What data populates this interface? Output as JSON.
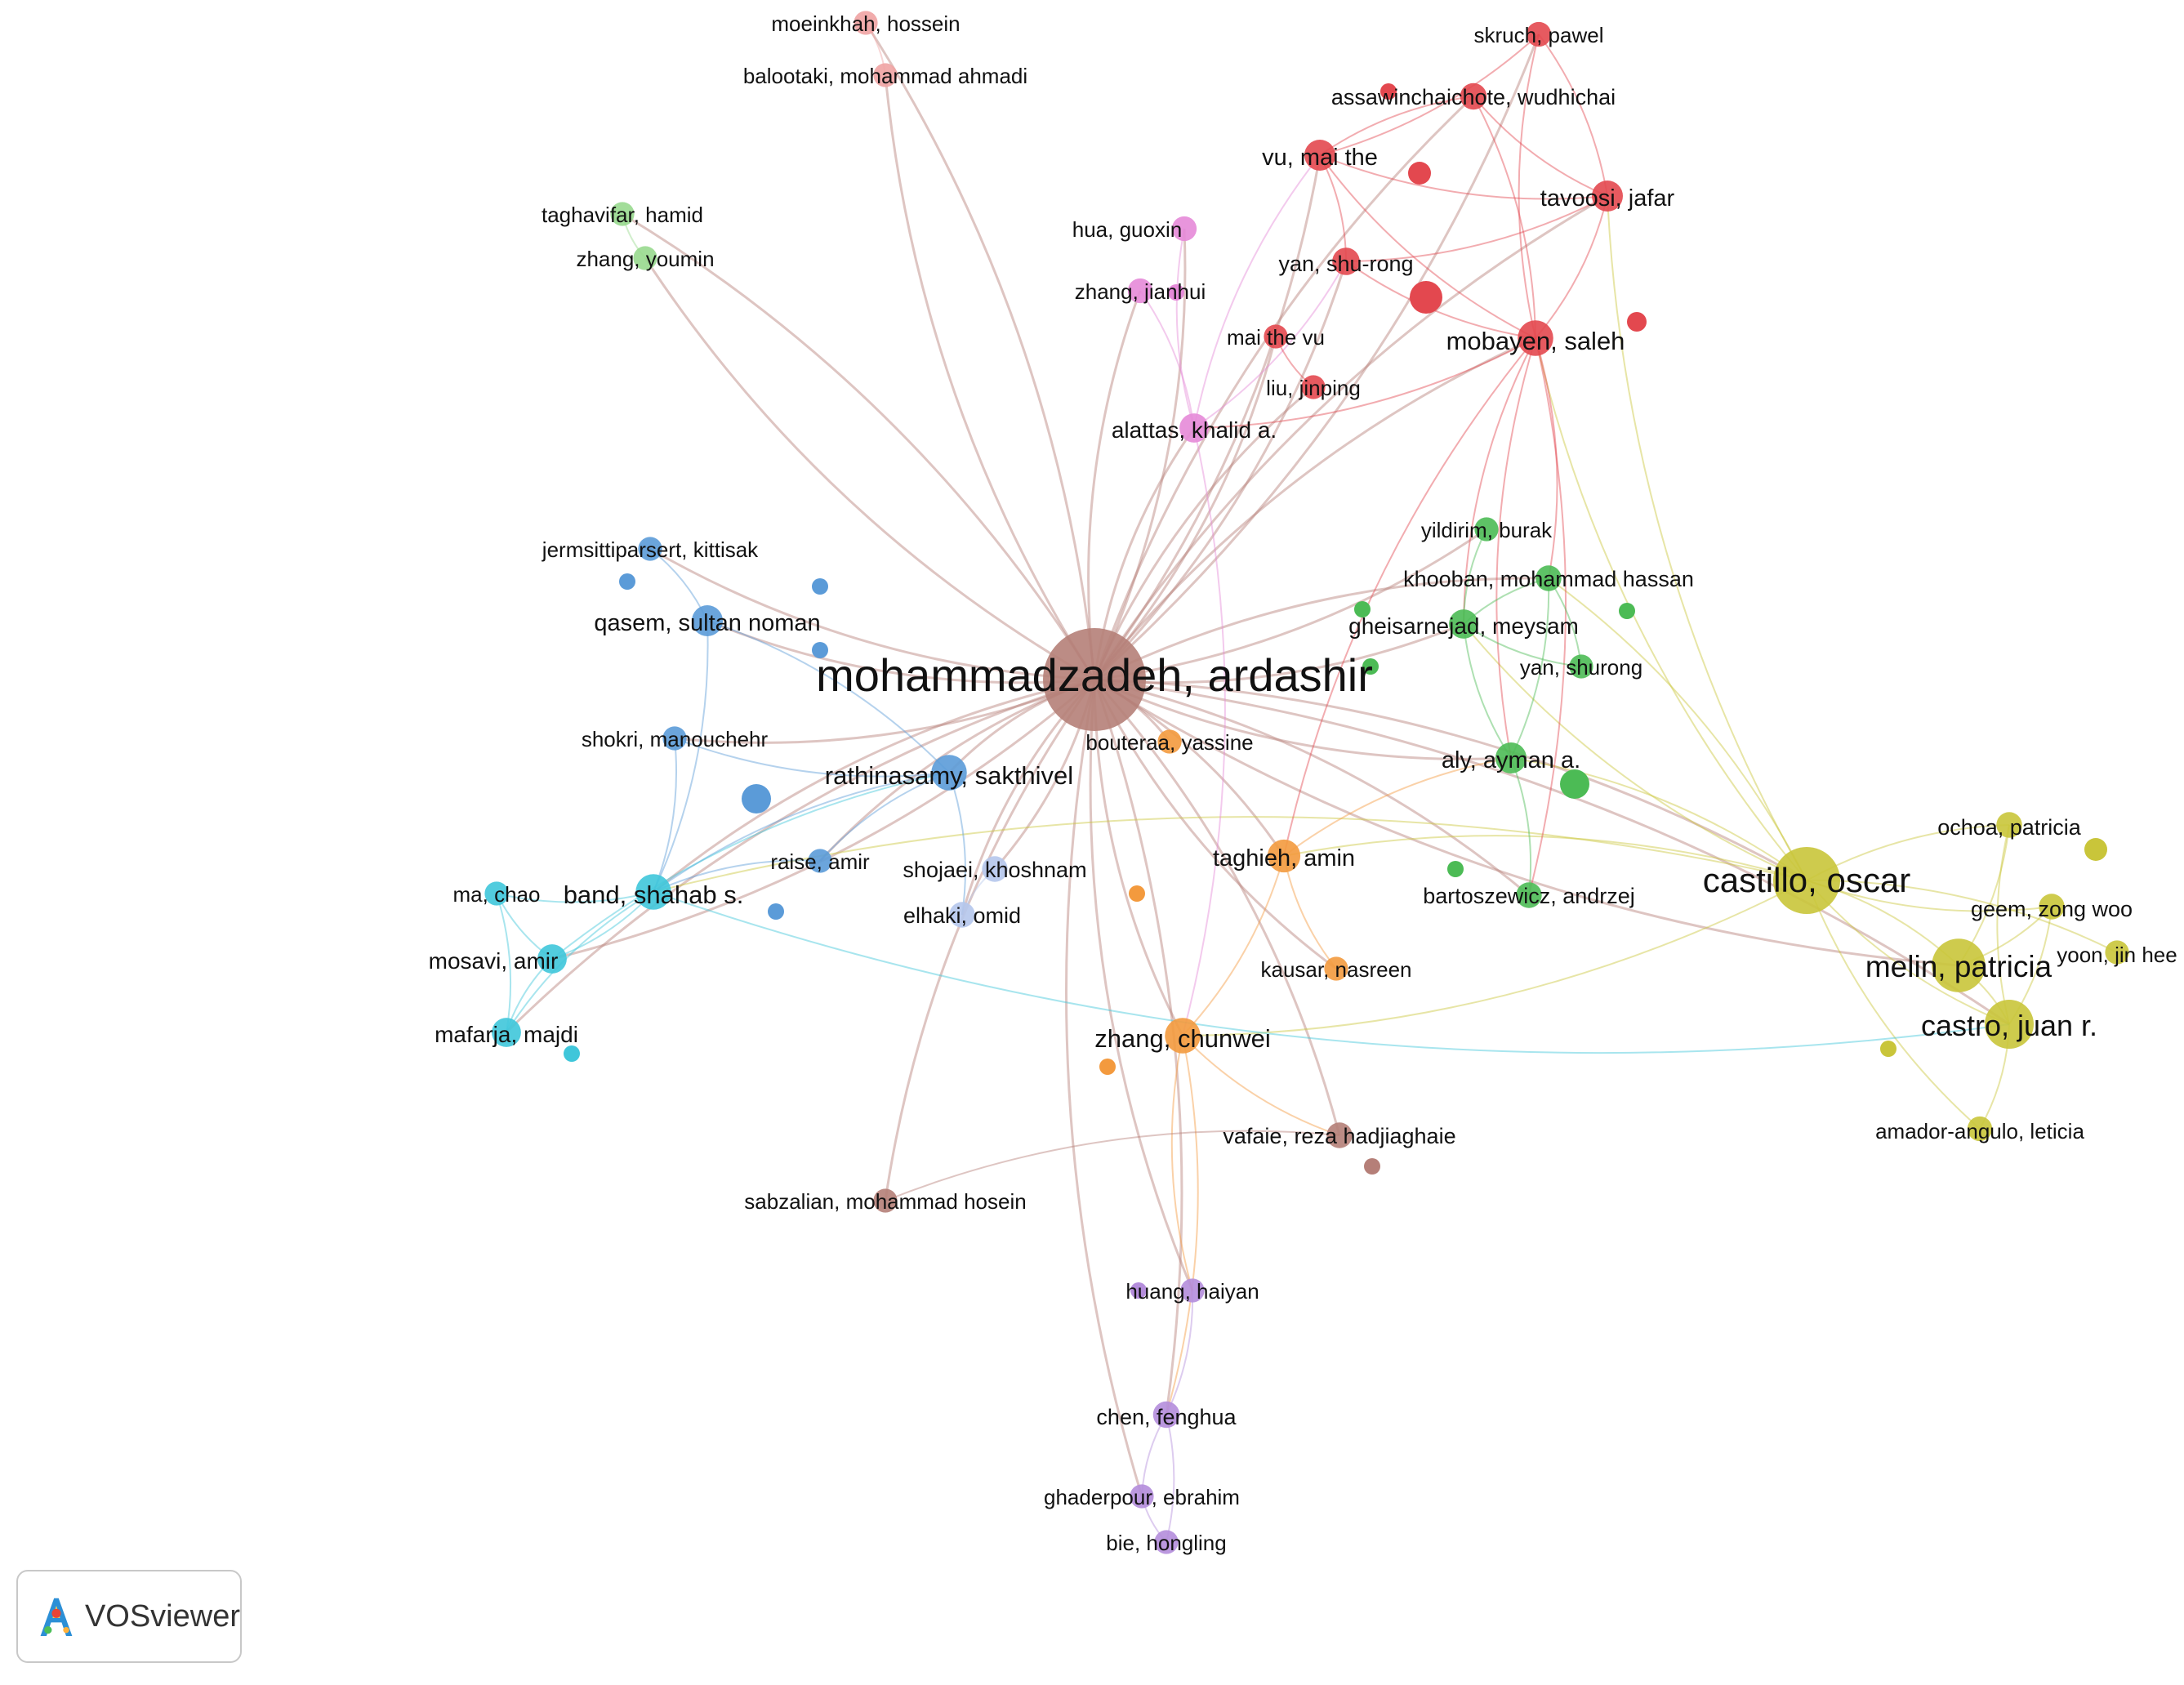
{
  "colors": {
    "red": "#e3484f",
    "brown": "#b57f78",
    "green": "#4cbb55",
    "blue": "#5b9bd8",
    "lightblue": "#b5c7ec",
    "cyan": "#3fc6da",
    "yellow": "#c9c53a",
    "orange": "#f39a3e",
    "purple": "#b48ddb",
    "pink": "#e58ad8",
    "salmon": "#f0a3a3",
    "lightgreen": "#98d98e"
  },
  "nodes": [
    {
      "id": "mohammadzadeh",
      "label": "mohammadzadeh, ardashir",
      "cluster": "brown",
      "weight": 10
    },
    {
      "id": "castillo",
      "label": "castillo, oscar",
      "cluster": "yellow",
      "weight": 6
    },
    {
      "id": "melin",
      "label": "melin, patricia",
      "cluster": "yellow",
      "weight": 4.5
    },
    {
      "id": "castro",
      "label": "castro, juan r.",
      "cluster": "yellow",
      "weight": 4
    },
    {
      "id": "ochoa",
      "label": "ochoa, patricia",
      "cluster": "yellow",
      "weight": 1.4
    },
    {
      "id": "geem",
      "label": "geem, zong woo",
      "cluster": "yellow",
      "weight": 1.4
    },
    {
      "id": "yoon",
      "label": "yoon, jin hee",
      "cluster": "yellow",
      "weight": 1.2
    },
    {
      "id": "amador",
      "label": "amador-angulo, leticia",
      "cluster": "yellow",
      "weight": 1.3
    },
    {
      "id": "rathinasamy",
      "label": "rathinasamy, sakthivel",
      "cluster": "blue",
      "weight": 2.5
    },
    {
      "id": "qasem",
      "label": "qasem, sultan noman",
      "cluster": "blue",
      "weight": 2
    },
    {
      "id": "jermsittiparsert",
      "label": "jermsittiparsert, kittisak",
      "cluster": "blue",
      "weight": 1.2
    },
    {
      "id": "shokri",
      "label": "shokri, manouchehr",
      "cluster": "blue",
      "weight": 1.2
    },
    {
      "id": "raise",
      "label": "raise, amir",
      "cluster": "blue",
      "weight": 1.2
    },
    {
      "id": "band",
      "label": "band, shahab s.",
      "cluster": "cyan",
      "weight": 2.5
    },
    {
      "id": "machao",
      "label": "ma, chao",
      "cluster": "cyan",
      "weight": 1.2
    },
    {
      "id": "mosavi",
      "label": "mosavi, amir",
      "cluster": "cyan",
      "weight": 1.8
    },
    {
      "id": "mafarja",
      "label": "mafarja, majdi",
      "cluster": "cyan",
      "weight": 1.8
    },
    {
      "id": "shojaei",
      "label": "shojaei, khoshnam",
      "cluster": "lightblue",
      "weight": 1.4
    },
    {
      "id": "elhaki",
      "label": "elhaki, omid",
      "cluster": "lightblue",
      "weight": 1.4
    },
    {
      "id": "taghieh",
      "label": "taghieh, amin",
      "cluster": "orange",
      "weight": 2.2
    },
    {
      "id": "zhangchunwei",
      "label": "zhang, chunwei",
      "cluster": "orange",
      "weight": 2.5
    },
    {
      "id": "bouteraa",
      "label": "bouteraa, yassine",
      "cluster": "orange",
      "weight": 1.2
    },
    {
      "id": "kausar",
      "label": "kausar, nasreen",
      "cluster": "orange",
      "weight": 1.2
    },
    {
      "id": "mobayen",
      "label": "mobayen, saleh",
      "cluster": "red",
      "weight": 2.5
    },
    {
      "id": "vu",
      "label": "vu, mai the",
      "cluster": "red",
      "weight": 2
    },
    {
      "id": "tavoosi",
      "label": "tavoosi, jafar",
      "cluster": "red",
      "weight": 2
    },
    {
      "id": "yan",
      "label": "yan, shu-rong",
      "cluster": "red",
      "weight": 1.6
    },
    {
      "id": "assawinchaichote",
      "label": "assawinchaichote, wudhichai",
      "cluster": "red",
      "weight": 1.5
    },
    {
      "id": "skruch",
      "label": "skruch, pawel",
      "cluster": "red",
      "weight": 1.3
    },
    {
      "id": "maithevu",
      "label": "mai the vu",
      "cluster": "red",
      "weight": 1.2
    },
    {
      "id": "liujinping",
      "label": "liu, jinping",
      "cluster": "red",
      "weight": 1.2
    },
    {
      "id": "moeinkhah",
      "label": "moeinkhah, hossein",
      "cluster": "salmon",
      "weight": 1.2
    },
    {
      "id": "balootaki",
      "label": "balootaki, mohammad ahmadi",
      "cluster": "salmon",
      "weight": 1.2
    },
    {
      "id": "hua",
      "label": "hua, guoxin",
      "cluster": "pink",
      "weight": 1.3
    },
    {
      "id": "zhangjianhui",
      "label": "zhang, jianhui",
      "cluster": "pink",
      "weight": 1.3
    },
    {
      "id": "alattas",
      "label": "alattas, khalid a.",
      "cluster": "pink",
      "weight": 1.8
    },
    {
      "id": "taghavifar",
      "label": "taghavifar, hamid",
      "cluster": "lightgreen",
      "weight": 1.2
    },
    {
      "id": "zhangyoumin",
      "label": "zhang, youmin",
      "cluster": "lightgreen",
      "weight": 1.2
    },
    {
      "id": "yildirim",
      "label": "yildirim, burak",
      "cluster": "green",
      "weight": 1.2
    },
    {
      "id": "khooban",
      "label": "khooban, mohammad hassan",
      "cluster": "green",
      "weight": 1.4
    },
    {
      "id": "gheisarnejad",
      "label": "gheisarnejad, meysam",
      "cluster": "green",
      "weight": 1.8
    },
    {
      "id": "yanshurong",
      "label": "yan, shurong",
      "cluster": "green",
      "weight": 1.2
    },
    {
      "id": "aly",
      "label": "aly, ayman a.",
      "cluster": "green",
      "weight": 2
    },
    {
      "id": "bartoszewicz",
      "label": "bartoszewicz, andrzej",
      "cluster": "green",
      "weight": 1.4
    },
    {
      "id": "vafaie",
      "label": "vafaie, reza hadjiaghaie",
      "cluster": "brown",
      "weight": 1.4
    },
    {
      "id": "sabzalian",
      "label": "sabzalian, mohammad hosein",
      "cluster": "brown",
      "weight": 1.2
    },
    {
      "id": "huang",
      "label": "huang, haiyan",
      "cluster": "purple",
      "weight": 1.2
    },
    {
      "id": "chen",
      "label": "chen, fenghua",
      "cluster": "purple",
      "weight": 1.5
    },
    {
      "id": "ghaderpour",
      "label": "ghaderpour, ebrahim",
      "cluster": "purple",
      "weight": 1.2
    },
    {
      "id": "bie",
      "label": "bie, hongling",
      "cluster": "purple",
      "weight": 1.2
    }
  ],
  "edges": [
    [
      "mohammadzadeh",
      "castillo"
    ],
    [
      "mohammadzadeh",
      "melin"
    ],
    [
      "mohammadzadeh",
      "castro"
    ],
    [
      "mohammadzadeh",
      "rathinasamy"
    ],
    [
      "mohammadzadeh",
      "qasem"
    ],
    [
      "mohammadzadeh",
      "band"
    ],
    [
      "mohammadzadeh",
      "mosavi"
    ],
    [
      "mohammadzadeh",
      "mafarja"
    ],
    [
      "mohammadzadeh",
      "taghieh"
    ],
    [
      "mohammadzadeh",
      "zhangchunwei"
    ],
    [
      "mohammadzadeh",
      "mobayen"
    ],
    [
      "mohammadzadeh",
      "vu"
    ],
    [
      "mohammadzadeh",
      "tavoosi"
    ],
    [
      "mohammadzadeh",
      "yan"
    ],
    [
      "mohammadzadeh",
      "assawinchaichote"
    ],
    [
      "mohammadzadeh",
      "skruch"
    ],
    [
      "mohammadzadeh",
      "alattas"
    ],
    [
      "mohammadzadeh",
      "hua"
    ],
    [
      "mohammadzadeh",
      "zhangjianhui"
    ],
    [
      "mohammadzadeh",
      "moeinkhah"
    ],
    [
      "mohammadzadeh",
      "balootaki"
    ],
    [
      "mohammadzadeh",
      "taghavifar"
    ],
    [
      "mohammadzadeh",
      "zhangyoumin"
    ],
    [
      "mohammadzadeh",
      "gheisarnejad"
    ],
    [
      "mohammadzadeh",
      "khooban"
    ],
    [
      "mohammadzadeh",
      "aly"
    ],
    [
      "mohammadzadeh",
      "bartoszewicz"
    ],
    [
      "mohammadzadeh",
      "yildirim"
    ],
    [
      "mohammadzadeh",
      "shojaei"
    ],
    [
      "mohammadzadeh",
      "elhaki"
    ],
    [
      "mohammadzadeh",
      "vafaie"
    ],
    [
      "mohammadzadeh",
      "sabzalian"
    ],
    [
      "mohammadzadeh",
      "chen"
    ],
    [
      "mohammadzadeh",
      "huang"
    ],
    [
      "mohammadzadeh",
      "bouteraa"
    ],
    [
      "mohammadzadeh",
      "kausar"
    ],
    [
      "mohammadzadeh",
      "shokri"
    ],
    [
      "mohammadzadeh",
      "raise"
    ],
    [
      "mohammadzadeh",
      "jermsittiparsert"
    ],
    [
      "mohammadzadeh",
      "maithevu"
    ],
    [
      "mohammadzadeh",
      "liujinping"
    ],
    [
      "mohammadzadeh",
      "ghaderpour"
    ],
    [
      "castillo",
      "melin"
    ],
    [
      "castillo",
      "castro"
    ],
    [
      "castillo",
      "ochoa"
    ],
    [
      "castillo",
      "geem"
    ],
    [
      "castillo",
      "yoon"
    ],
    [
      "castillo",
      "amador"
    ],
    [
      "melin",
      "castro"
    ],
    [
      "melin",
      "ochoa"
    ],
    [
      "castro",
      "amador"
    ],
    [
      "castro",
      "geem"
    ],
    [
      "castro",
      "ochoa"
    ],
    [
      "melin",
      "geem"
    ],
    [
      "castillo",
      "mobayen"
    ],
    [
      "castillo",
      "aly"
    ],
    [
      "castillo",
      "gheisarnejad"
    ],
    [
      "castillo",
      "taghieh"
    ],
    [
      "castillo",
      "zhangchunwei"
    ],
    [
      "castillo",
      "band"
    ],
    [
      "castillo",
      "tavoosi"
    ],
    [
      "castillo",
      "khooban"
    ],
    [
      "mobayen",
      "vu"
    ],
    [
      "mobayen",
      "tavoosi"
    ],
    [
      "mobayen",
      "yan"
    ],
    [
      "mobayen",
      "assawinchaichote"
    ],
    [
      "mobayen",
      "skruch"
    ],
    [
      "vu",
      "tavoosi"
    ],
    [
      "vu",
      "assawinchaichote"
    ],
    [
      "vu",
      "skruch"
    ],
    [
      "vu",
      "yan"
    ],
    [
      "tavoosi",
      "skruch"
    ],
    [
      "tavoosi",
      "assawinchaichote"
    ],
    [
      "yan",
      "tavoosi"
    ],
    [
      "mobayen",
      "alattas"
    ],
    [
      "mobayen",
      "aly"
    ],
    [
      "mobayen",
      "bartoszewicz"
    ],
    [
      "mobayen",
      "gheisarnejad"
    ],
    [
      "mobayen",
      "khooban"
    ],
    [
      "mobayen",
      "taghieh"
    ],
    [
      "alattas",
      "hua"
    ],
    [
      "alattas",
      "zhangjianhui"
    ],
    [
      "alattas",
      "vu"
    ],
    [
      "alattas",
      "yan"
    ],
    [
      "alattas",
      "zhangchunwei"
    ],
    [
      "maithevu",
      "liujinping"
    ],
    [
      "qasem",
      "rathinasamy"
    ],
    [
      "qasem",
      "jermsittiparsert"
    ],
    [
      "qasem",
      "band"
    ],
    [
      "rathinasamy",
      "band"
    ],
    [
      "rathinasamy",
      "shokri"
    ],
    [
      "rathinasamy",
      "raise"
    ],
    [
      "band",
      "mosavi"
    ],
    [
      "band",
      "mafarja"
    ],
    [
      "band",
      "machao"
    ],
    [
      "mosavi",
      "mafarja"
    ],
    [
      "mosavi",
      "machao"
    ],
    [
      "mafarja",
      "machao"
    ],
    [
      "shokri",
      "band"
    ],
    [
      "raise",
      "band"
    ],
    [
      "taghieh",
      "zhangchunwei"
    ],
    [
      "taghieh",
      "kausar"
    ],
    [
      "taghieh",
      "aly"
    ],
    [
      "zhangchunwei",
      "huang"
    ],
    [
      "zhangchunwei",
      "chen"
    ],
    [
      "zhangchunwei",
      "vafaie"
    ],
    [
      "huang",
      "chen"
    ],
    [
      "chen",
      "ghaderpour"
    ],
    [
      "chen",
      "bie"
    ],
    [
      "ghaderpour",
      "bie"
    ],
    [
      "gheisarnejad",
      "khooban"
    ],
    [
      "gheisarnejad",
      "aly"
    ],
    [
      "gheisarnejad",
      "yildirim"
    ],
    [
      "gheisarnejad",
      "yanshurong"
    ],
    [
      "aly",
      "bartoszewicz"
    ],
    [
      "aly",
      "khooban"
    ],
    [
      "khooban",
      "yanshurong"
    ],
    [
      "taghavifar",
      "zhangyoumin"
    ],
    [
      "moeinkhah",
      "balootaki"
    ],
    [
      "shojaei",
      "elhaki"
    ],
    [
      "rathinasamy",
      "elhaki"
    ],
    [
      "band",
      "castro"
    ],
    [
      "mosavi",
      "rathinasamy"
    ],
    [
      "vafaie",
      "sabzalian"
    ]
  ],
  "logo": {
    "text": "VOSviewer"
  }
}
